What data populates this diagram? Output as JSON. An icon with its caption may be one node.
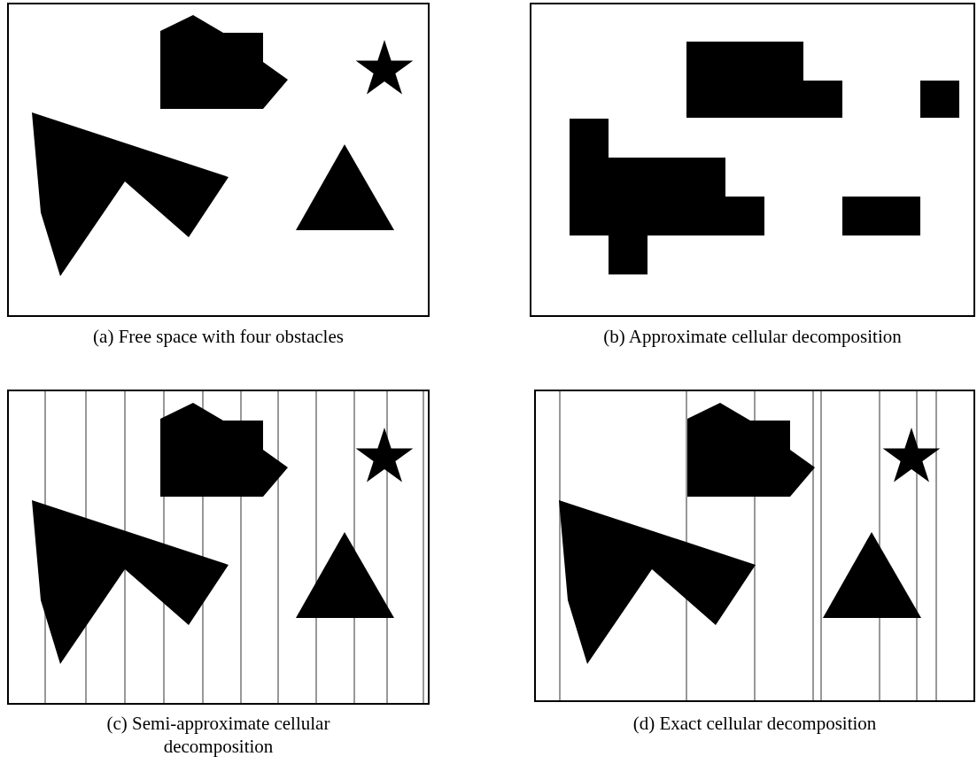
{
  "diagram": {
    "nodes": [
      {
        "text": [
          "(a)  Free space with four obstacles"
        ]
      },
      {
        "text": [
          "(b)  Approximate cellular decomposition"
        ]
      },
      {
        "text": [
          "(c)  Semi-approximate cellular decomposition"
        ]
      },
      {
        "text": [
          "(d)  Exact cellular decomposition"
        ]
      }
    ]
  }
}
